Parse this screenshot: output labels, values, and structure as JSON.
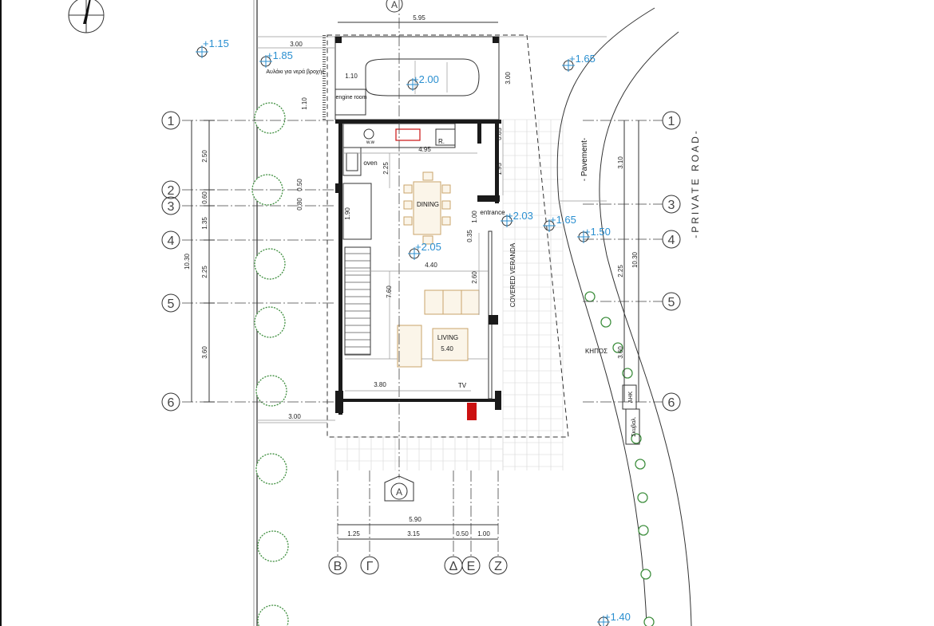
{
  "grid_rows": [
    "1",
    "2",
    "3",
    "4",
    "5",
    "6"
  ],
  "grid_columns": [
    "B",
    "Γ",
    "Δ",
    "E",
    "Z"
  ],
  "section_marker": "A",
  "levels": [
    "+1.15",
    "+1.85",
    "+2.00",
    "+1.65",
    "+2.03",
    "+1.65",
    "+1.50",
    "+2.05",
    "+1.40"
  ],
  "rooms": {
    "dining": "DINING",
    "living": "LIVING",
    "entrance": "entrance",
    "covered_veranda": "COVERED VERANDA",
    "tv": "TV",
    "oven": "oven",
    "engine_room": "engine room",
    "refrigerator": "R.",
    "washing_machine": "w.w",
    "garden": "ΚΗΠΟΣ",
    "drying_yard": "Αυλάκι για νερά βροχής",
    "meter": "ΑΗΚ",
    "bin": "Σκυβαλ."
  },
  "road_labels": {
    "private_road": "-PRIVATE ROAD-",
    "pavement": "- Pavement-"
  },
  "dimensions": {
    "top_width": "5.95",
    "garage_left": "3.00",
    "garage_depth": "3.00",
    "garage_gap": "1.10",
    "garage_gap_side": "1.10",
    "kitchen_width": "4.95",
    "kitchen_depth": "2.25",
    "entry_width": "0.85",
    "entry_depth": "1.95",
    "stair_gap": "0.50",
    "stair_gap_b": "0.80",
    "wc_depth": "1.90",
    "entrance_depth": "1.00",
    "entrance_step": "0.35",
    "living_width": "4.40",
    "hall_depth": "2.60",
    "living_depth": "7.60",
    "living_len": "5.40",
    "tv_wall": "3.80",
    "bottom_left": "3.00",
    "bottom_total": "5.90",
    "bottom_parts": [
      "1.25",
      "3.15",
      "0.50",
      "1.00"
    ],
    "left_chain": [
      "2.50",
      "0.60",
      "1.35",
      "2.25",
      "3.60"
    ],
    "left_total": "10.30",
    "right_chain": [
      "3.10",
      "2.25",
      "3.60"
    ],
    "right_total": "10.30"
  }
}
